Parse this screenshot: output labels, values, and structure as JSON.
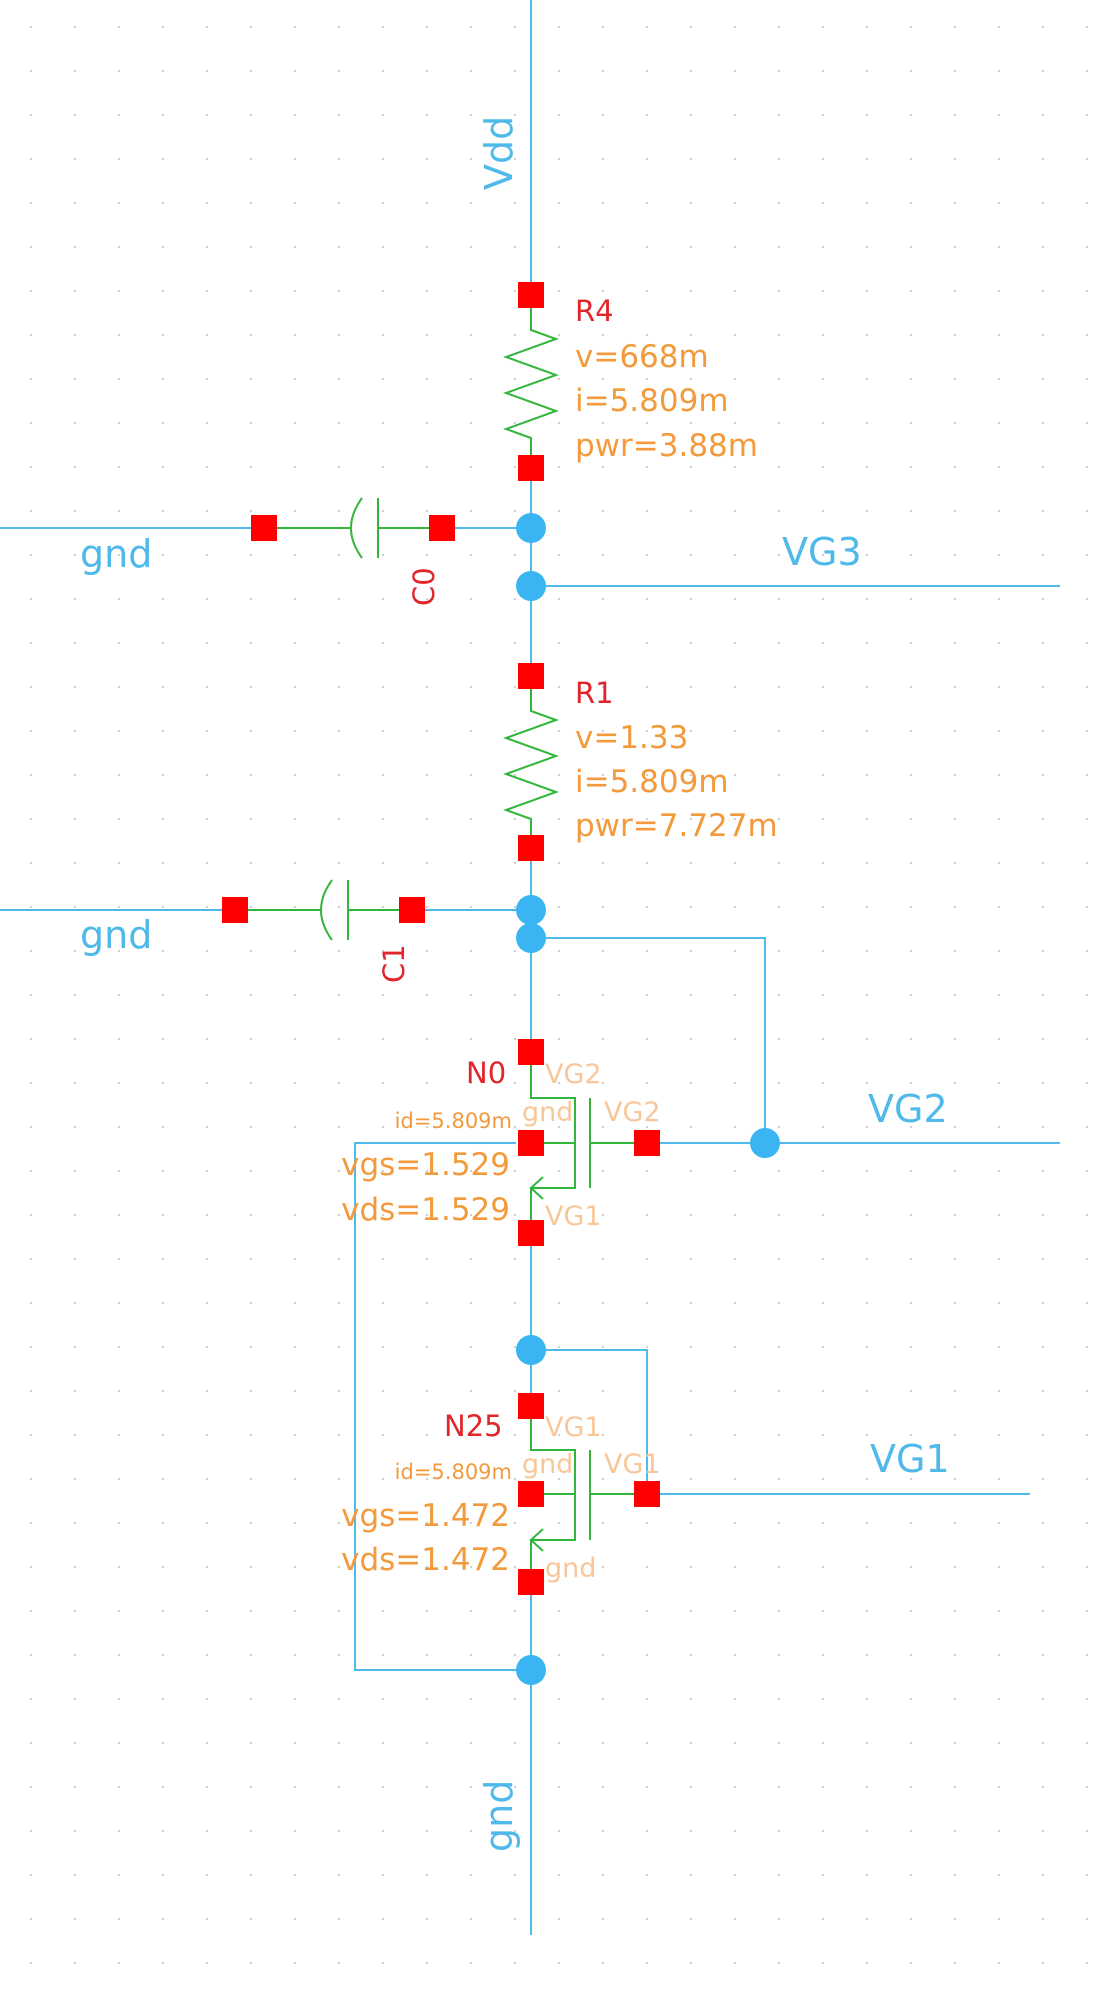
{
  "colors": {
    "wire": "#4fb9ea",
    "net_label": "#4fb9ea",
    "component": "#31b53a",
    "pin": "#ff0000",
    "node": "#3ab4f2",
    "inst_name": "#e0262b",
    "annotation": "#f29a3c",
    "faint": "#f7c79a",
    "grid": "#cfcfcf"
  },
  "nets": {
    "vdd": "Vdd",
    "gnd_left_c0": "gnd",
    "gnd_left_c1": "gnd",
    "gnd_bottom": "gnd",
    "vg3": "VG3",
    "vg2": "VG2",
    "vg1": "VG1"
  },
  "r4": {
    "name": "R4",
    "v": "v=668m",
    "i": "i=5.809m",
    "pwr": "pwr=3.88m"
  },
  "r1": {
    "name": "R1",
    "v": "v=1.33",
    "i": "i=5.809m",
    "pwr": "pwr=7.727m"
  },
  "c0": {
    "name": "C0"
  },
  "c1": {
    "name": "C1"
  },
  "n0": {
    "name": "N0",
    "id": "id=5.809m",
    "vgs": "vgs=1.529",
    "vds": "vds=1.529",
    "drain_net": "VG2",
    "body_gnd": "gnd",
    "gate_net": "VG2",
    "source_net": "VG1"
  },
  "n25": {
    "name": "N25",
    "id": "id=5.809m",
    "vgs": "vgs=1.472",
    "vds": "vds=1.472",
    "drain_net": "VG1",
    "body_gnd": "gnd",
    "gate_net": "VG1",
    "source_net": "gnd"
  }
}
